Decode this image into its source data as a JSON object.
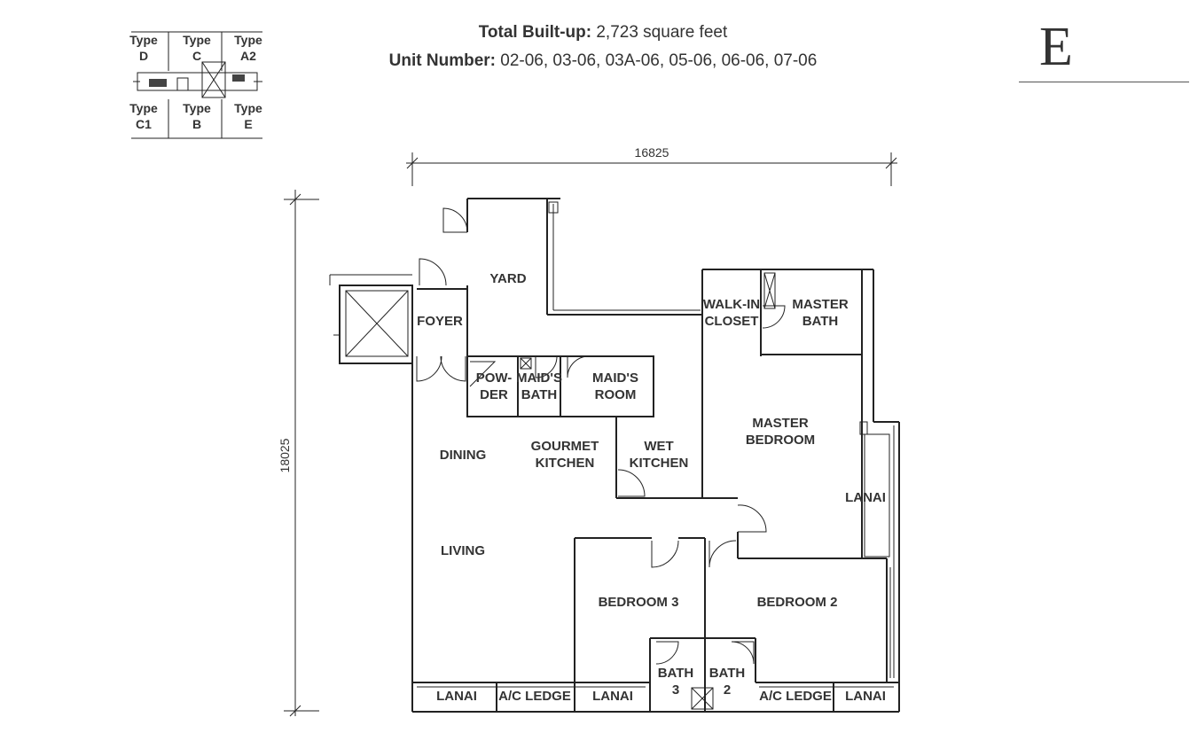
{
  "header": {
    "built_up_label": "Total Built-up:",
    "built_up_value": "2,723 square feet",
    "unit_label": "Unit Number:",
    "unit_value": "02-06, 03-06, 03A-06, 05-06, 06-06, 07-06",
    "type_letter": "E"
  },
  "key_plan": {
    "types": [
      {
        "line1": "Type",
        "line2": "D"
      },
      {
        "line1": "Type",
        "line2": "C"
      },
      {
        "line1": "Type",
        "line2": "A2"
      },
      {
        "line1": "Type",
        "line2": "C1"
      },
      {
        "line1": "Type",
        "line2": "B"
      },
      {
        "line1": "Type",
        "line2": "E"
      }
    ]
  },
  "dimensions": {
    "width": "16825",
    "height": "18025"
  },
  "rooms": {
    "yard": "YARD",
    "foyer": "FOYER",
    "powder_1": "POW-",
    "powder_2": "DER",
    "maids_bath_1": "MAID'S",
    "maids_bath_2": "BATH",
    "maids_room_1": "MAID'S",
    "maids_room_2": "ROOM",
    "walkin_1": "WALK-IN",
    "walkin_2": "CLOSET",
    "master_bath_1": "MASTER",
    "master_bath_2": "BATH",
    "dining": "DINING",
    "gourmet_1": "GOURMET",
    "gourmet_2": "KITCHEN",
    "wet_1": "WET",
    "wet_2": "KITCHEN",
    "master_bed_1": "MASTER",
    "master_bed_2": "BEDROOM",
    "lanai_master": "LANAI",
    "living": "LIVING",
    "bedroom3": "BEDROOM 3",
    "bedroom2": "BEDROOM 2",
    "bath3_1": "BATH",
    "bath3_2": "3",
    "bath2_1": "BATH",
    "bath2_2": "2",
    "lanai_1": "LANAI",
    "acledge_1": "A/C LEDGE",
    "lanai_2": "LANAI",
    "acledge_2": "A/C LEDGE",
    "lanai_3": "LANAI"
  }
}
